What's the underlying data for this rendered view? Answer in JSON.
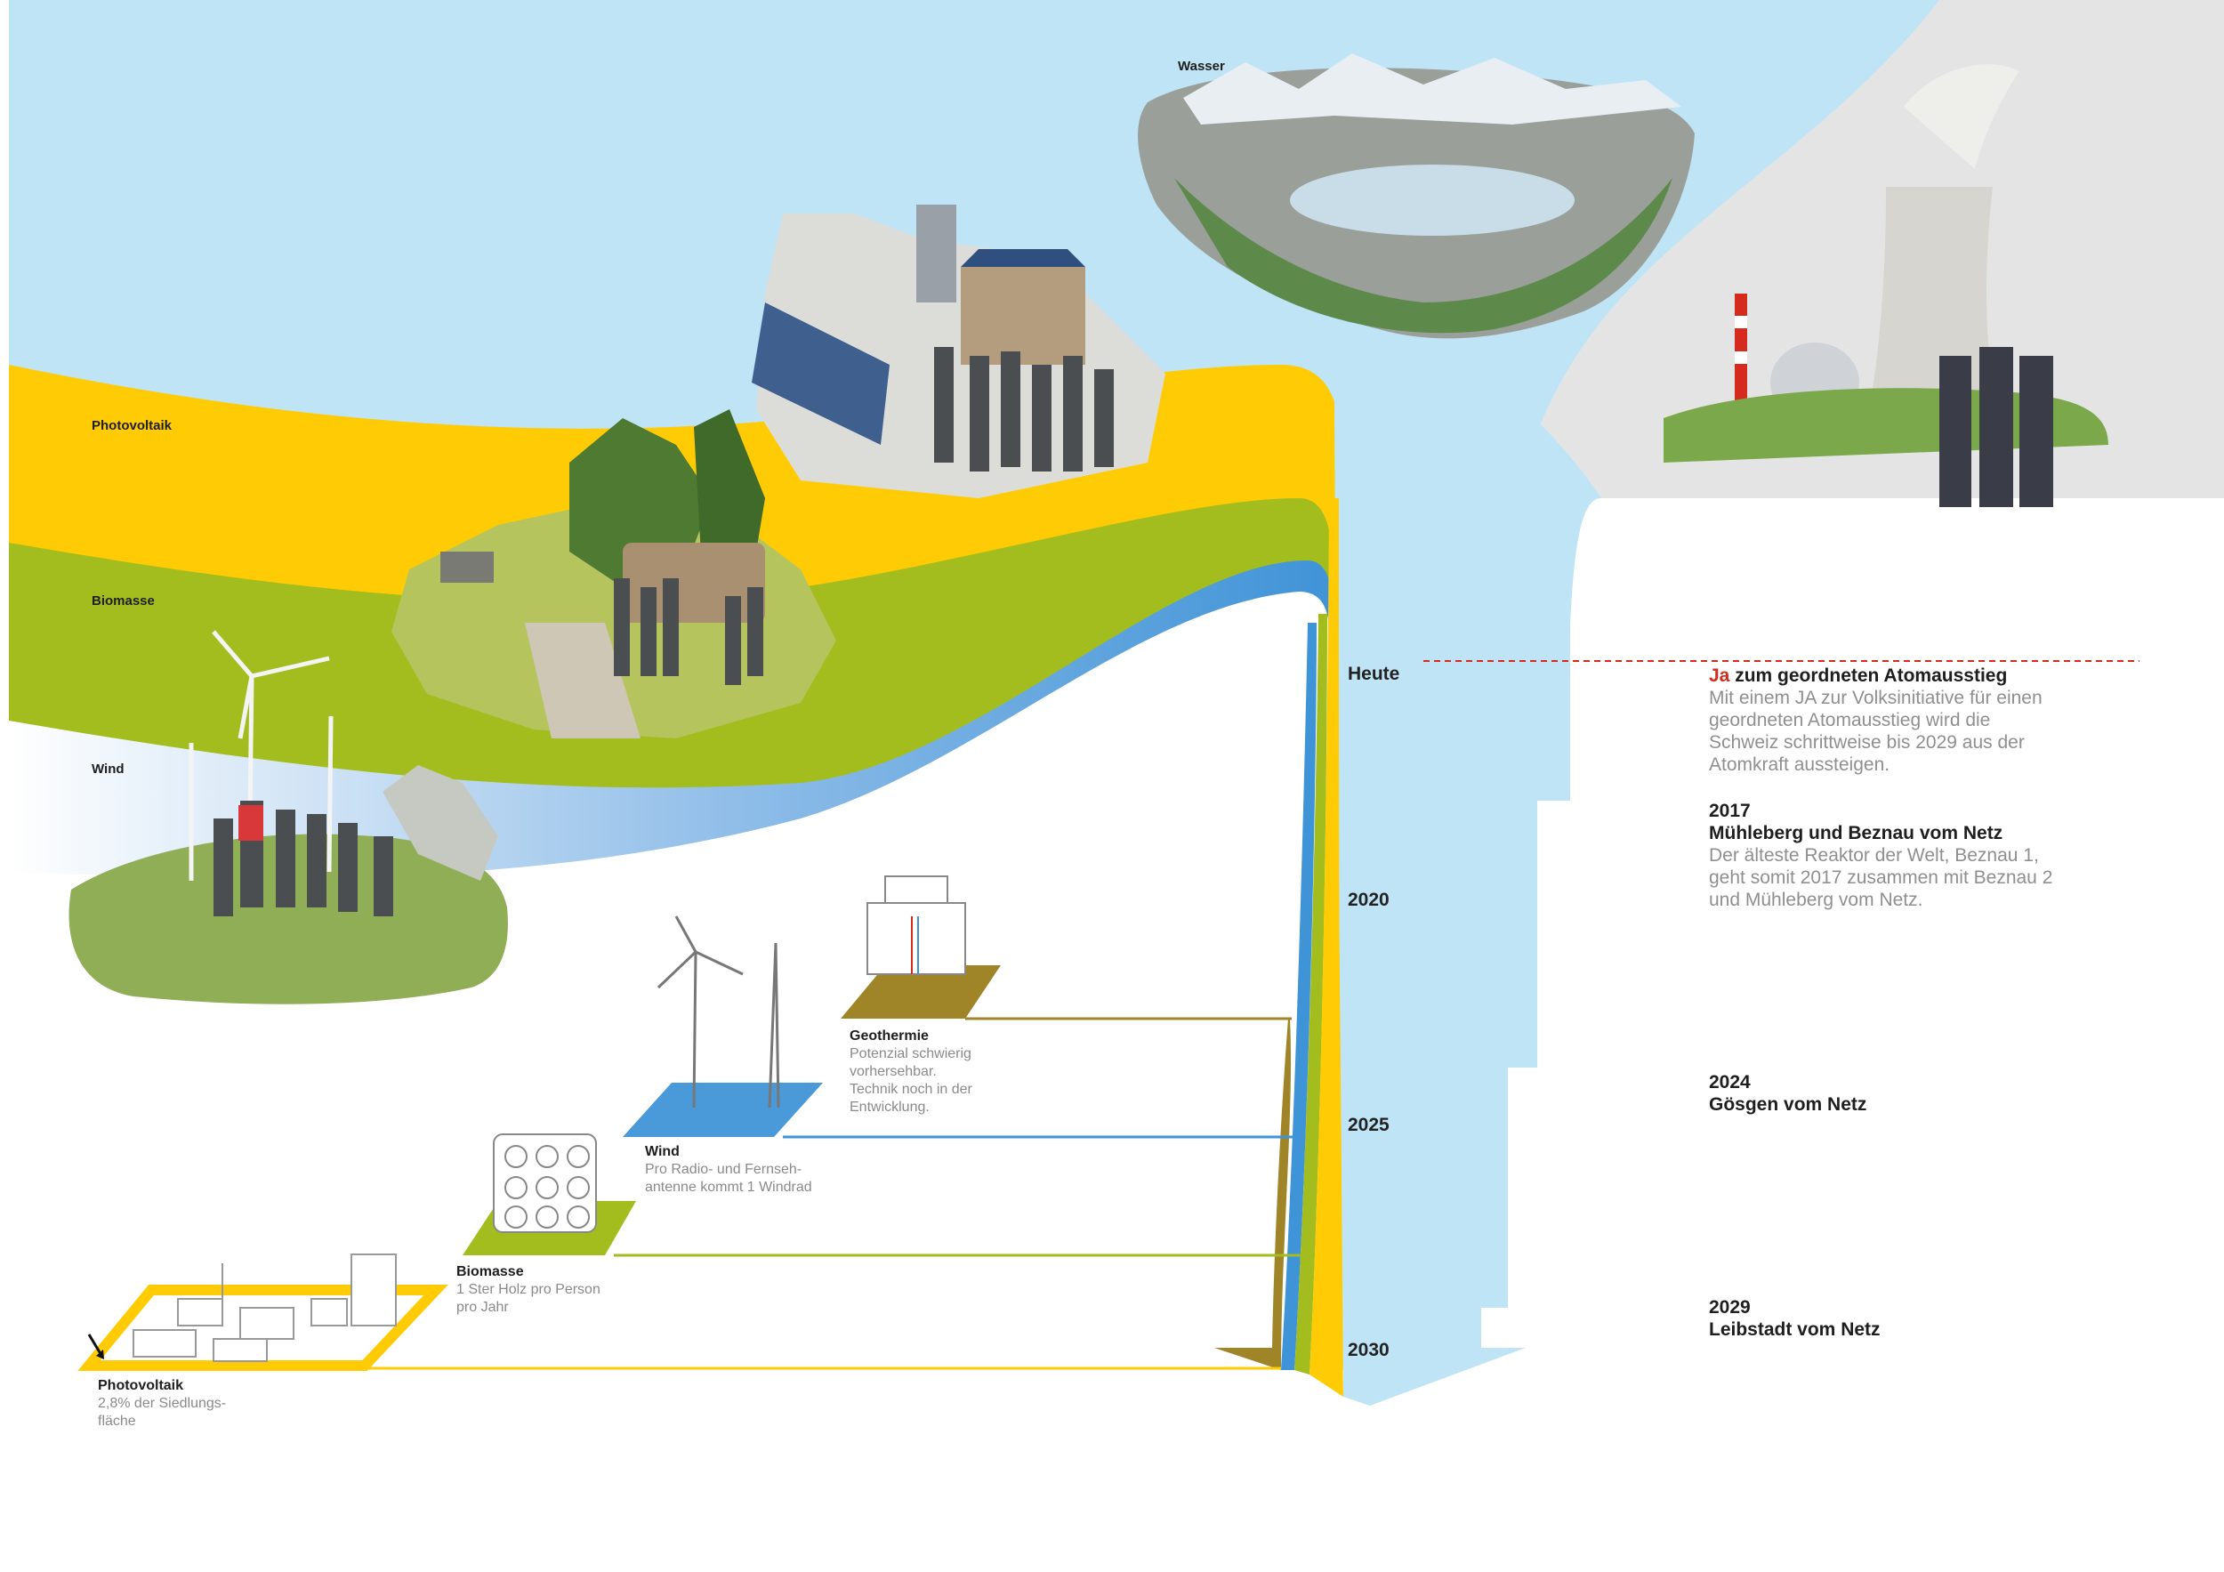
{
  "colors": {
    "sky": "#bfe4f6",
    "photovoltaik": "#ffcb05",
    "biomasse": "#a3bd1e",
    "wind": "#4a9ad9",
    "geothermie": "#a08428",
    "atom": "#e4e4e4",
    "marker": "#d52b1e"
  },
  "band_labels": {
    "photovoltaik": "Photovoltaik",
    "biomasse": "Biomasse",
    "wind": "Wind",
    "wasser": "Wasser"
  },
  "items": {
    "photovoltaik": {
      "title": "Photovoltaik",
      "lines": [
        "2,8% der Siedlungs-",
        "fläche"
      ]
    },
    "biomasse": {
      "title": "Biomasse",
      "lines": [
        "1 Ster Holz pro Person",
        "pro Jahr"
      ]
    },
    "wind": {
      "title": "Wind",
      "lines": [
        "Pro Radio- und Fernseh-",
        "antenne kommt 1 Windrad"
      ]
    },
    "geothermie": {
      "title": "Geothermie",
      "lines": [
        "Potenzial schwierig",
        "vorhersehbar.",
        "Technik noch in der",
        "Entwicklung."
      ]
    }
  },
  "timeline": {
    "years": [
      "Heute",
      "2020",
      "2025",
      "2030"
    ]
  },
  "events": [
    {
      "ja": "Ja",
      "title": " zum geordneten Atomausstieg",
      "lines": [
        "Mit einem JA zur Volksinitiative für einen",
        "geordneten Atomausstieg wird die",
        "Schweiz schrittweise bis 2029 aus der",
        "Atomkraft aussteigen."
      ]
    },
    {
      "year": "2017",
      "title": "Mühleberg und Beznau vom Netz",
      "lines": [
        "Der älteste Reaktor der Welt, Beznau 1,",
        "geht somit 2017 zusammen mit Beznau 2",
        "und Mühleberg vom Netz."
      ]
    },
    {
      "year": "2024",
      "title": "Gösgen vom Netz"
    },
    {
      "year": "2029",
      "title": "Leibstadt vom Netz"
    }
  ]
}
